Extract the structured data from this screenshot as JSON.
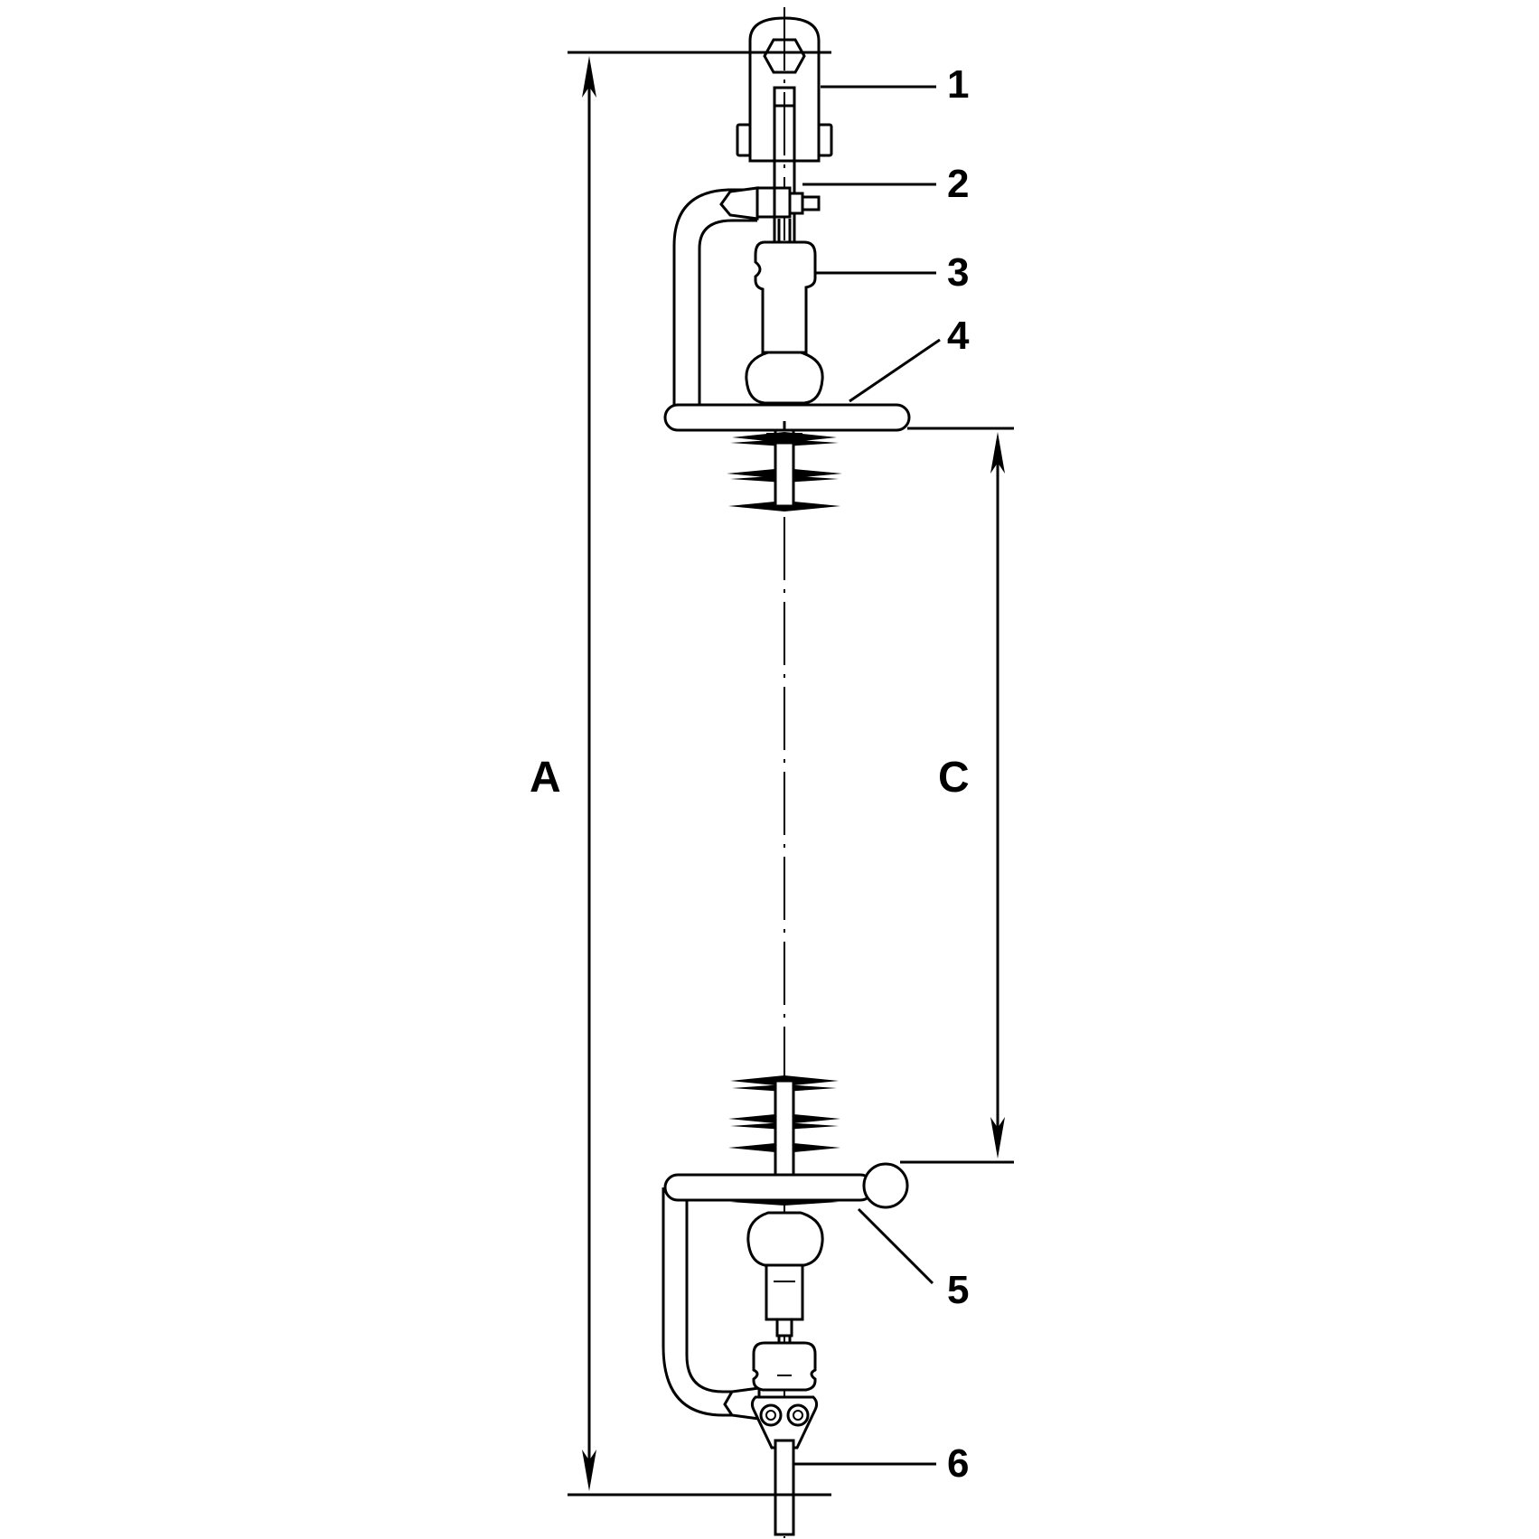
{
  "drawing": {
    "callouts": [
      "1",
      "2",
      "3",
      "4",
      "5",
      "6"
    ],
    "dimensions": {
      "overall": "A",
      "insulator": "C"
    },
    "colors": {
      "line": "#000000",
      "background": "#ffffff"
    }
  }
}
